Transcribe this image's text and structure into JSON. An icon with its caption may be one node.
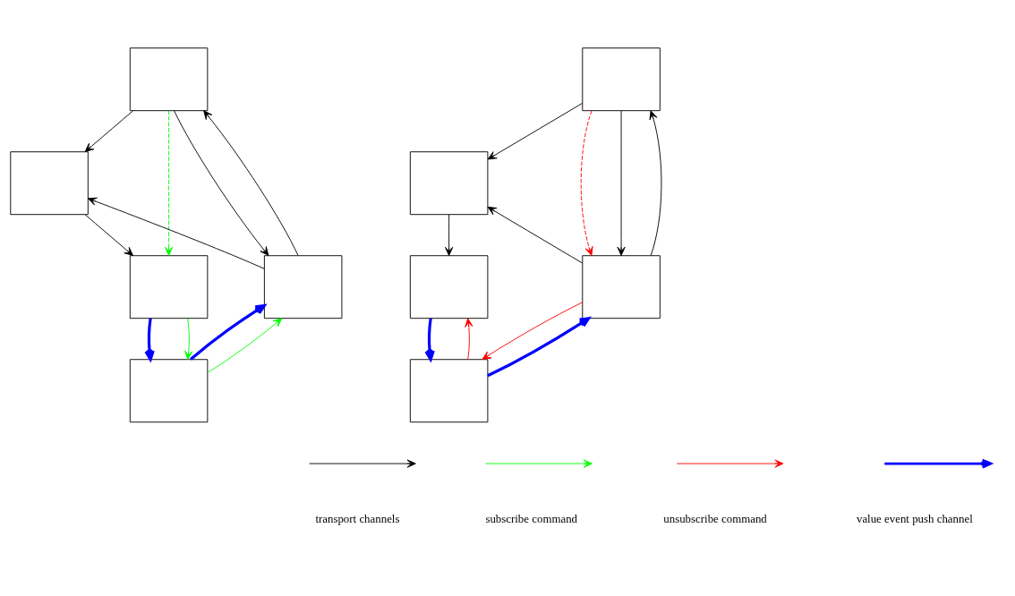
{
  "diagram": {
    "nodes": [
      {
        "text": [],
        "shape": "box"
      },
      {
        "text": [],
        "shape": "box"
      },
      {
        "text": [],
        "shape": "box"
      },
      {
        "text": [],
        "shape": "box"
      },
      {
        "text": [],
        "shape": "box"
      },
      {
        "text": [],
        "shape": "box"
      },
      {
        "text": [],
        "shape": "box"
      },
      {
        "text": [],
        "shape": "box"
      },
      {
        "text": [],
        "shape": "box"
      },
      {
        "text": [],
        "shape": "box"
      }
    ],
    "edges": [
      {
        "from": 0,
        "to": 2,
        "arrow": "to"
      },
      {
        "from": 2,
        "to": 0,
        "arrow": "to"
      },
      {
        "from": 0,
        "to": 1,
        "arrow": "to"
      },
      {
        "from": 2,
        "to": 1,
        "arrow": "to"
      },
      {
        "from": 1,
        "to": 3,
        "arrow": "to"
      },
      {
        "from": 0,
        "to": 3,
        "arrow": "to",
        "style": "dashed",
        "color": "#00ff00"
      },
      {
        "from": 3,
        "to": 4,
        "arrow": "to",
        "style": "thick",
        "color": "#0000ff"
      },
      {
        "from": 4,
        "to": 2,
        "arrow": "to",
        "style": "thick",
        "color": "#0000ff"
      },
      {
        "from": 3,
        "to": 4,
        "arrow": "to",
        "color": "#00ff00"
      },
      {
        "from": 4,
        "to": 2,
        "arrow": "to",
        "color": "#00ff00"
      },
      {
        "from": 5,
        "to": 7,
        "arrow": "to",
        "style": "dashed",
        "color": "#ff0000"
      },
      {
        "from": 5,
        "to": 7,
        "arrow": "to"
      },
      {
        "from": 7,
        "to": 5,
        "arrow": "to"
      },
      {
        "from": 5,
        "to": 6,
        "arrow": "to"
      },
      {
        "from": 7,
        "to": 6,
        "arrow": "to"
      },
      {
        "from": 6,
        "to": 8,
        "arrow": "to"
      },
      {
        "from": 7,
        "to": 9,
        "arrow": "to",
        "color": "#ff0000"
      },
      {
        "from": 9,
        "to": 8,
        "arrow": "to",
        "color": "#ff0000"
      },
      {
        "from": 8,
        "to": 9,
        "arrow": "to",
        "style": "thick",
        "color": "#0000ff"
      },
      {
        "from": 9,
        "to": 7,
        "arrow": "to",
        "style": "thick",
        "color": "#0000ff"
      }
    ],
    "legend": [
      {
        "text": "transport channels"
      },
      {
        "text": "subscribe command"
      },
      {
        "text": "unsubscribe command"
      },
      {
        "text": "value event push channel"
      }
    ]
  }
}
